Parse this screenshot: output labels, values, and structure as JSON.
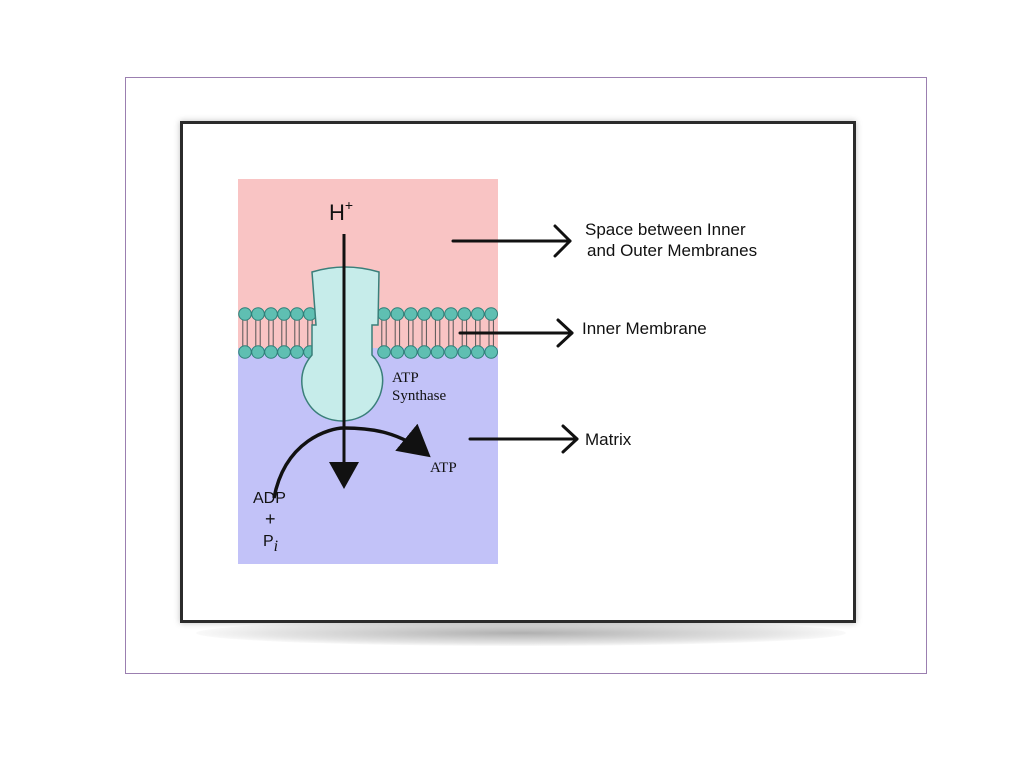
{
  "diagram": {
    "labels": {
      "h_plus_base": "H",
      "h_plus_sup": "+",
      "atp_synthase_line1": "ATP",
      "atp_synthase_line2": "Synthase",
      "atp_product": "ATP",
      "adp": "ADP",
      "plus": "+",
      "p_base": "P",
      "p_sub": "i"
    },
    "callouts": {
      "space_line1": "Space between Inner",
      "space_line2": "and Outer Membranes",
      "inner_membrane": "Inner Membrane",
      "matrix": "Matrix"
    },
    "colors": {
      "intermembrane_space": "#f9c4c4",
      "matrix": "#c2c2f8",
      "atp_synthase": "#c6ecea",
      "phospholipid_head": "#5fbfb2",
      "arrow": "#111111"
    }
  }
}
